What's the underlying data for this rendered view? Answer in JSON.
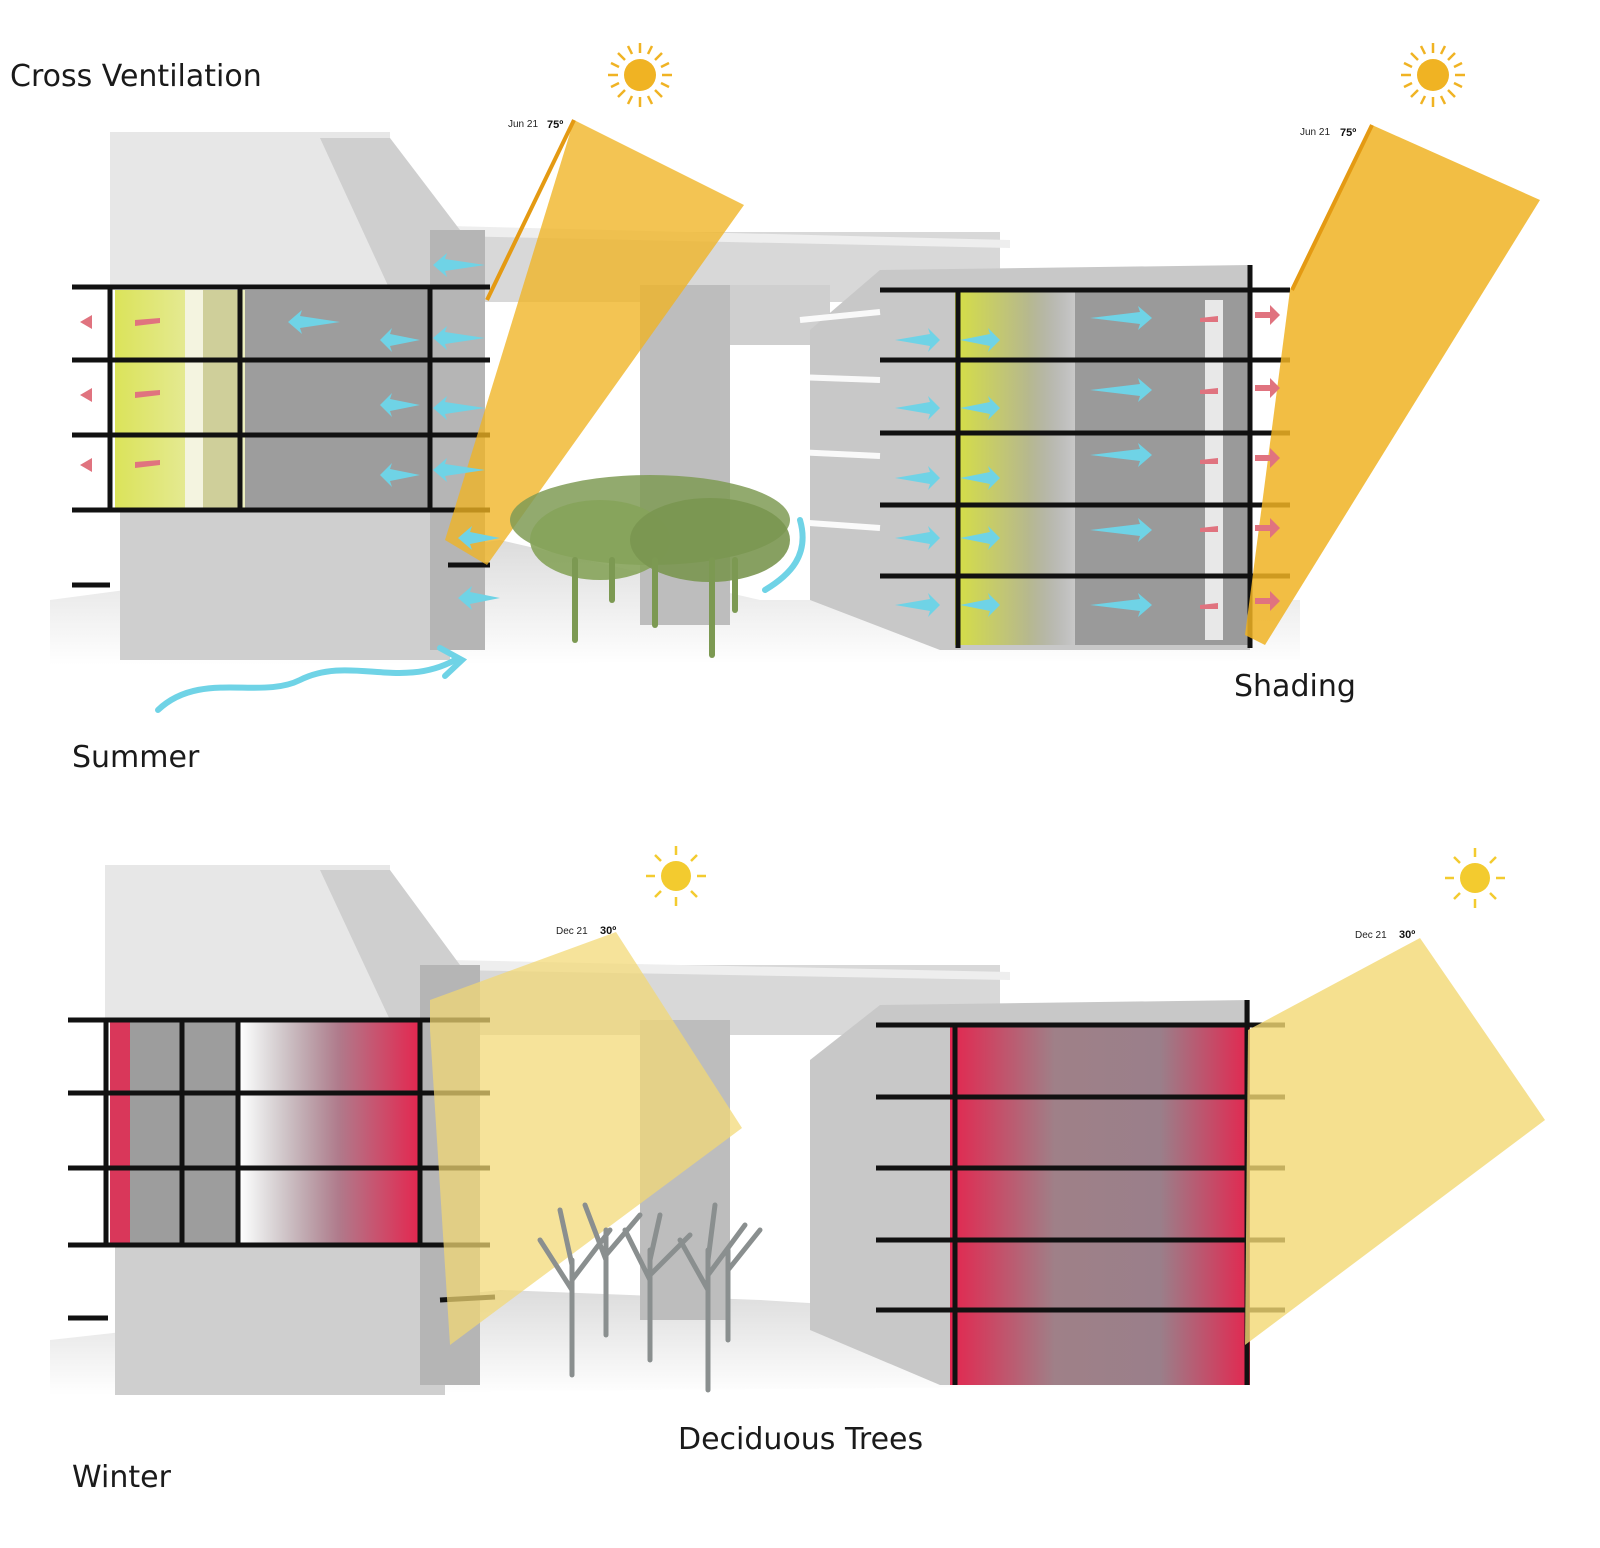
{
  "labels": {
    "cross_ventilation": "Cross Ventilation",
    "summer": "Summer",
    "shading": "Shading",
    "winter": "Winter",
    "deciduous_trees": "Deciduous Trees"
  },
  "summer": {
    "sun_left": {
      "date": "Jun 21",
      "angle": "75º"
    },
    "sun_right": {
      "date": "Jun 21",
      "angle": "75º"
    },
    "colors": {
      "sun_band": "#f0b323",
      "room_glow": "#dbe35a",
      "cool_air": "#6fd3e6",
      "warm_air": "#e0737f",
      "tree": "#7f9b55"
    }
  },
  "winter": {
    "sun_left": {
      "date": "Dec 21",
      "angle": "30º"
    },
    "sun_right": {
      "date": "Dec 21",
      "angle": "30º"
    },
    "colors": {
      "sun_band": "#f3d873",
      "room_glow": "#e23b62",
      "tree": "#8a8f8f"
    }
  },
  "icons": {
    "sun": "sun-icon",
    "cool_air": "cool-air-arrow-icon",
    "warm_air": "warm-air-arrow-icon",
    "tree": "tree-icon"
  }
}
